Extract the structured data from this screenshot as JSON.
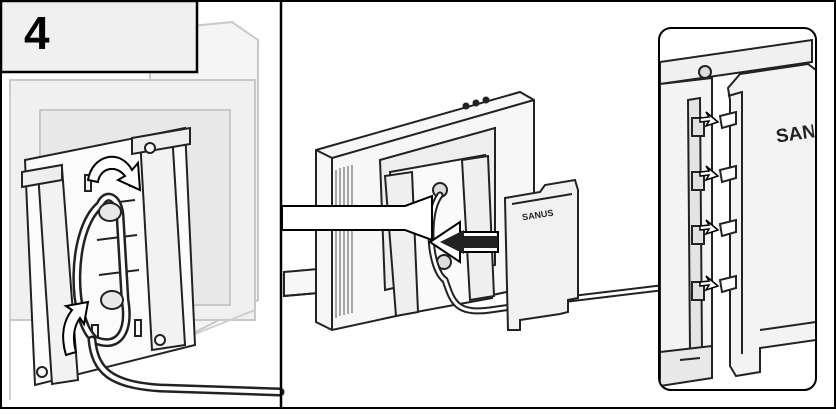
{
  "step": {
    "number": "4"
  },
  "brand": {
    "small": "SANUS",
    "large": "SANUS"
  }
}
